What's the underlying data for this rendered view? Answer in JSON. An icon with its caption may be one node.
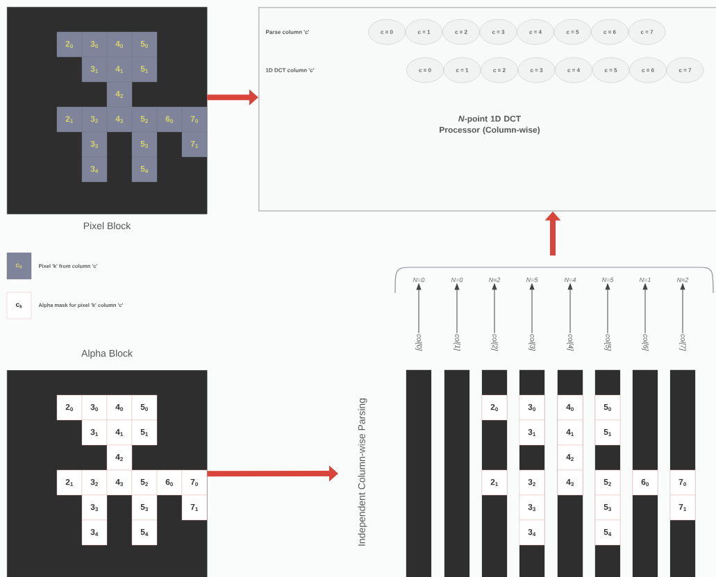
{
  "diagram": {
    "nodes": [
      {
        "text": [
          "Pixel Block"
        ]
      },
      {
        "text": [
          "2$_{0}$"
        ],
        "in": 0
      },
      {
        "text": [
          "3$_{0}$"
        ],
        "in": 0
      },
      {
        "text": [
          "4$_{0}$"
        ],
        "in": 0
      },
      {
        "text": [
          "5$_{0}$"
        ],
        "in": 0
      },
      {
        "text": [
          "3$_{1}$"
        ],
        "in": 0
      },
      {
        "text": [
          "4$_{1}$"
        ],
        "in": 0
      },
      {
        "text": [
          "5$_{1}$"
        ],
        "in": 0
      },
      {
        "text": [
          "4$_{2}$"
        ],
        "in": 0
      },
      {
        "text": [
          "2$_{1}$"
        ],
        "in": 0
      },
      {
        "text": [
          "3$_{2}$"
        ],
        "in": 0
      },
      {
        "text": [
          "4$_{3}$"
        ],
        "in": 0
      },
      {
        "text": [
          "5$_{2}$"
        ],
        "in": 0
      },
      {
        "text": [
          "6$_{0}$"
        ],
        "in": 0
      },
      {
        "text": [
          "7$_{0}$"
        ],
        "in": 0
      },
      {
        "text": [
          "3$_{3}$"
        ],
        "in": 0
      },
      {
        "text": [
          "5$_{3}$"
        ],
        "in": 0
      },
      {
        "text": [
          "7$_{1}$"
        ],
        "in": 0
      },
      {
        "text": [
          "3$_{4}$"
        ],
        "in": 0
      },
      {
        "text": [
          "5$_{4}$"
        ],
        "in": 0
      },
      {
        "text": [
          "Parse column 'c'",
          "1D DCT column 'c'",
          "*N*-point 1D DCT Processor (Column-wise)"
        ]
      },
      {
        "text": [
          "c = 0"
        ],
        "in": 20
      },
      {
        "text": [
          "c = 1"
        ],
        "in": 20
      },
      {
        "text": [
          "c = 2"
        ],
        "in": 20
      },
      {
        "text": [
          "c = 3"
        ],
        "in": 20
      },
      {
        "text": [
          "c = 4"
        ],
        "in": 20
      },
      {
        "text": [
          "c = 5"
        ],
        "in": 20
      },
      {
        "text": [
          "c = 6"
        ],
        "in": 20
      },
      {
        "text": [
          "c = 7"
        ],
        "in": 20
      },
      {
        "text": [
          "c = 0"
        ],
        "in": 20
      },
      {
        "text": [
          "c = 1"
        ],
        "in": 20
      },
      {
        "text": [
          "c = 2"
        ],
        "in": 20
      },
      {
        "text": [
          "c = 3"
        ],
        "in": 20
      },
      {
        "text": [
          "c = 4"
        ],
        "in": 20
      },
      {
        "text": [
          "c = 5"
        ],
        "in": 20
      },
      {
        "text": [
          "c = 6"
        ],
        "in": 20
      },
      {
        "text": [
          "c = 7"
        ],
        "in": 20
      },
      {
        "text": [
          "Alpha Block"
        ]
      },
      {
        "text": [
          "2$_{0}$"
        ],
        "in": 37
      },
      {
        "text": [
          "3$_{0}$"
        ],
        "in": 37
      },
      {
        "text": [
          "4$_{0}$"
        ],
        "in": 37
      },
      {
        "text": [
          "5$_{0}$"
        ],
        "in": 37
      },
      {
        "text": [
          "3$_{1}$"
        ],
        "in": 37
      },
      {
        "text": [
          "4$_{1}$"
        ],
        "in": 37
      },
      {
        "text": [
          "5$_{1}$"
        ],
        "in": 37
      },
      {
        "text": [
          "4$_{2}$"
        ],
        "in": 37
      },
      {
        "text": [
          "2$_{1}$"
        ],
        "in": 37
      },
      {
        "text": [
          "3$_{2}$"
        ],
        "in": 37
      },
      {
        "text": [
          "4$_{3}$"
        ],
        "in": 37
      },
      {
        "text": [
          "5$_{2}$"
        ],
        "in": 37
      },
      {
        "text": [
          "6$_{0}$"
        ],
        "in": 37
      },
      {
        "text": [
          "7$_{0}$"
        ],
        "in": 37
      },
      {
        "text": [
          "3$_{3}$"
        ],
        "in": 37
      },
      {
        "text": [
          "5$_{3}$"
        ],
        "in": 37
      },
      {
        "text": [
          "7$_{1}$"
        ],
        "in": 37
      },
      {
        "text": [
          "3$_{4}$"
        ],
        "in": 37
      },
      {
        "text": [
          "5$_{4}$"
        ],
        "in": 37
      },
      {
        "text": [
          "N=0"
        ]
      },
      {
        "text": [
          "N=0"
        ]
      },
      {
        "text": [
          "N=2"
        ]
      },
      {
        "text": [
          "N=5"
        ]
      },
      {
        "text": [
          "N=4"
        ]
      },
      {
        "text": [
          "N=5"
        ]
      },
      {
        "text": [
          "N=1"
        ]
      },
      {
        "text": [
          "N=2"
        ]
      },
      {
        "text": [
          "col[0]"
        ]
      },
      {
        "text": [
          "col[1]"
        ]
      },
      {
        "text": [
          "col[2]"
        ]
      },
      {
        "text": [
          "col[3]"
        ]
      },
      {
        "text": [
          "col[4]"
        ]
      },
      {
        "text": [
          "col[5]"
        ]
      },
      {
        "text": [
          "col[6]"
        ]
      },
      {
        "text": [
          "col[7]"
        ]
      },
      {
        "text": [],
        "shape": "bar"
      },
      {
        "text": [],
        "shape": "bar"
      },
      {
        "text": [],
        "shape": "bar"
      },
      {
        "text": [],
        "shape": "bar"
      },
      {
        "text": [],
        "shape": "bar"
      },
      {
        "text": [],
        "shape": "bar"
      },
      {
        "text": [],
        "shape": "bar"
      },
      {
        "text": [],
        "shape": "bar"
      },
      {
        "text": [
          "2$_{0}$"
        ],
        "in": 75
      },
      {
        "text": [
          "2$_{1}$"
        ],
        "in": 75
      },
      {
        "text": [
          "3$_{0}$"
        ],
        "in": 76
      },
      {
        "text": [
          "3$_{1}$"
        ],
        "in": 76
      },
      {
        "text": [
          "3$_{2}$"
        ],
        "in": 76
      },
      {
        "text": [
          "3$_{3}$"
        ],
        "in": 76
      },
      {
        "text": [
          "3$_{4}$"
        ],
        "in": 76
      },
      {
        "text": [
          "4$_{0}$"
        ],
        "in": 77
      },
      {
        "text": [
          "4$_{1}$"
        ],
        "in": 77
      },
      {
        "text": [
          "4$_{2}$"
        ],
        "in": 77
      },
      {
        "text": [
          "4$_{3}$"
        ],
        "in": 77
      },
      {
        "text": [
          "5$_{0}$"
        ],
        "in": 78
      },
      {
        "text": [
          "5$_{1}$"
        ],
        "in": 78
      },
      {
        "text": [
          "5$_{2}$"
        ],
        "in": 78
      },
      {
        "text": [
          "5$_{3}$"
        ],
        "in": 78
      },
      {
        "text": [
          "5$_{4}$"
        ],
        "in": 78
      },
      {
        "text": [
          "6$_{0}$"
        ],
        "in": 79
      },
      {
        "text": [
          "7$_{0}$"
        ],
        "in": 80
      },
      {
        "text": [
          "7$_{1}$"
        ],
        "in": 80
      }
    ],
    "edges": [
      {
        "from": 0,
        "to": 20,
        "arrow": "to",
        "style": "thick",
        "color": "#d9453a"
      },
      {
        "from": 37,
        "to": null,
        "arrow": "to",
        "style": "thick",
        "color": "#d9453a"
      },
      {
        "from": null,
        "to": 20,
        "arrow": "to",
        "style": "thick",
        "color": "#d9453a"
      },
      {
        "from": 65,
        "to": 57,
        "arrow": "to"
      },
      {
        "from": 66,
        "to": 58,
        "arrow": "to"
      },
      {
        "from": 67,
        "to": 59,
        "arrow": "to"
      },
      {
        "from": 68,
        "to": 60,
        "arrow": "to"
      },
      {
        "from": 69,
        "to": 61,
        "arrow": "to"
      },
      {
        "from": 70,
        "to": 62,
        "arrow": "to"
      },
      {
        "from": 71,
        "to": 63,
        "arrow": "to"
      },
      {
        "from": 72,
        "to": 64,
        "arrow": "to"
      }
    ],
    "labels": [
      "c$_{k}$",
      "c$_{k}$",
      "Independent Column-wise Parsing"
    ],
    "legend": [
      {
        "text": "Pixel 'k' from column 'c'",
        "color": "#80849a"
      },
      {
        "text": "Alpha mask for pixel 'k' column 'c'"
      }
    ]
  }
}
